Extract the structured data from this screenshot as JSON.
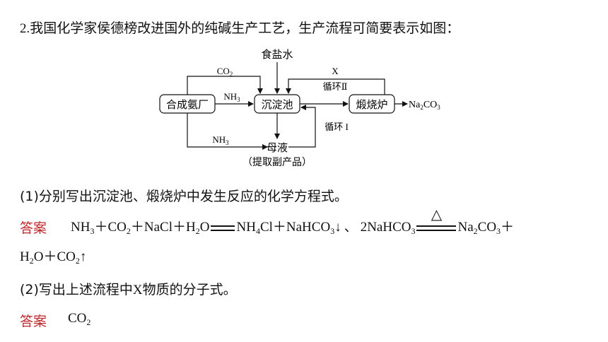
{
  "question2": {
    "number": "2.",
    "text": "我国化学家侯德榜改进国外的纯碱生产工艺，生产流程可简要表示如图："
  },
  "diagram": {
    "nodes": {
      "ammonia_plant": "合成氨厂",
      "precipitation_tank": "沉淀池",
      "furnace": "煅烧炉",
      "salt_water": "食盐水",
      "mother_liquor": "母液",
      "by_product": "（提取副产品）",
      "product_prefix": "Na",
      "product_sub1": "2",
      "product_mid": "CO",
      "product_sub2": "3"
    },
    "edge_labels": {
      "co2_main": "CO",
      "co2_sub": "2",
      "nh3_top_main": "NH",
      "nh3_top_sub": "3",
      "nh3_bottom_main": "NH",
      "nh3_bottom_sub": "3",
      "x": "X",
      "cycle2": "循环Ⅱ",
      "cycle1": "循环 I"
    }
  },
  "part1": {
    "question": "(1)分别写出沉淀池、煅烧炉中发生反应的化学方程式。",
    "answer_label": "答案",
    "eq1": {
      "a_main": "NH",
      "a_sub": "3",
      "plus1": "＋",
      "b_main": "CO",
      "b_sub": "2",
      "plus2": "＋",
      "c": "NaCl",
      "plus3": "＋",
      "d_main": "H",
      "d_sub": "2",
      "d_tail": "O",
      "e_main": "NH",
      "e_sub": "4",
      "e_tail": "Cl",
      "plus4": "＋",
      "f_main": "NaHCO",
      "f_sub": "3",
      "down": "↓",
      "sep": "、"
    },
    "eq2": {
      "a_main": "2NaHCO",
      "a_sub": "3",
      "heat": "△",
      "b_main": "Na",
      "b_sub1": "2",
      "b_mid": "CO",
      "b_sub2": "3",
      "plus1": "＋",
      "c_main": "H",
      "c_sub": "2",
      "c_tail": "O",
      "plus2": "＋",
      "d_main": "CO",
      "d_sub": "2",
      "up": "↑"
    }
  },
  "part2": {
    "question_pre": "(2)写出上述流程中",
    "question_x": "X",
    "question_post": "物质的分子式。",
    "answer_label": "答案",
    "answer_main": "CO",
    "answer_sub": "2"
  }
}
